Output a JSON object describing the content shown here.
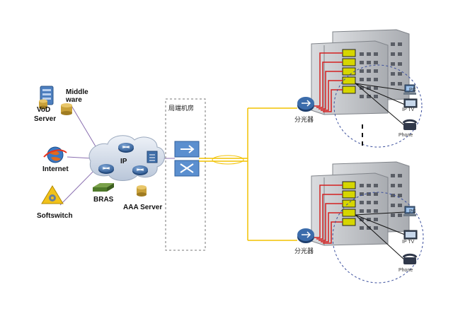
{
  "nodes": {
    "middleware": "Middle ware",
    "middleware_line1": "Middle",
    "middleware_line2": "ware",
    "vod_line1": "VoD",
    "vod_line2": "Server",
    "internet": "Internet",
    "softswitch": "Softswitch",
    "ip": "IP",
    "bras": "BRAS",
    "aaa": "AAA Server",
    "olt_room": "局端机房",
    "splitter_top": "分光器",
    "splitter_bottom": "分光器"
  },
  "endpoints": {
    "pc": "PC",
    "iptv": "IP TV",
    "phone": "Phone"
  },
  "colors": {
    "fiber": "#f2c200",
    "drop": "#d42020",
    "link": "#8a6fb0",
    "building": "#c9ccd0",
    "building_dark": "#8e9196",
    "router": "#3f6ea8",
    "cloud": "#cfd8e6",
    "onu": "#d6d600"
  }
}
